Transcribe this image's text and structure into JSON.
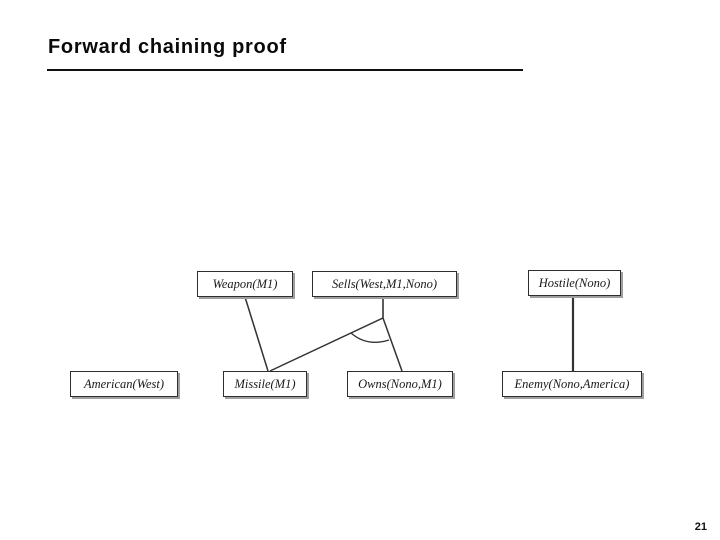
{
  "slide": {
    "title": "Forward chaining proof",
    "page_number": "21"
  },
  "diagram": {
    "description": "Forward chaining proof tree: first-level inferred facts (top row) derived from known facts (bottom row); multiple premises joined by an AND-arc",
    "nodes": [
      {
        "id": "weapon",
        "label": "Weapon(M1)",
        "row": "top"
      },
      {
        "id": "sells",
        "label": "Sells(West,M1,Nono)",
        "row": "top"
      },
      {
        "id": "hostile",
        "label": "Hostile(Nono)",
        "row": "top"
      },
      {
        "id": "american",
        "label": "American(West)",
        "row": "bottom"
      },
      {
        "id": "missile",
        "label": "Missile(M1)",
        "row": "bottom"
      },
      {
        "id": "owns",
        "label": "Owns(Nono,M1)",
        "row": "bottom"
      },
      {
        "id": "enemy",
        "label": "Enemy(Nono,America)",
        "row": "bottom"
      }
    ],
    "edges": [
      {
        "from": "Weapon(M1)",
        "to": [
          "Missile(M1)"
        ]
      },
      {
        "from": "Sells(West,M1,Nono)",
        "to": [
          "Missile(M1)",
          "Owns(Nono,M1)"
        ],
        "and_arc": true
      },
      {
        "from": "Hostile(Nono)",
        "to": [
          "Enemy(Nono,America)"
        ]
      }
    ],
    "line_color": "#333333"
  }
}
